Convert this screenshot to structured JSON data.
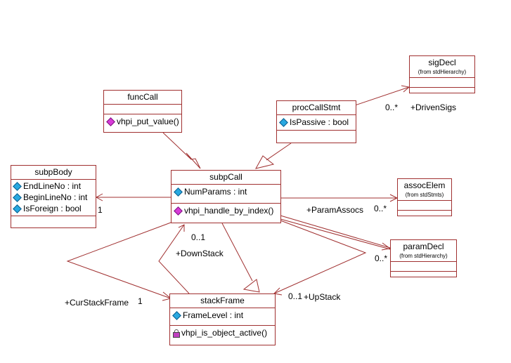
{
  "classes": {
    "sigDecl": {
      "name": "sigDecl",
      "from": "(from stdHierarchy)"
    },
    "funcCall": {
      "name": "funcCall",
      "operations": [
        "vhpi_put_value()"
      ]
    },
    "procCallStmt": {
      "name": "procCallStmt",
      "attributes": [
        "IsPassive : bool"
      ]
    },
    "subpBody": {
      "name": "subpBody",
      "attributes": [
        "EndLineNo : int",
        "BeginLineNo : int",
        "IsForeign : bool"
      ]
    },
    "subpCall": {
      "name": "subpCall",
      "attributes": [
        "NumParams : int"
      ],
      "operations": [
        "vhpi_handle_by_index()"
      ]
    },
    "assocElem": {
      "name": "assocElem",
      "from": "(from stdStmts)"
    },
    "paramDecl": {
      "name": "paramDecl",
      "from": "(from stdHierarchy)"
    },
    "stackFrame": {
      "name": "stackFrame",
      "attributes": [
        "FrameLevel : int"
      ],
      "operations": [
        "vhpi_is_object_active()"
      ]
    }
  },
  "labels": {
    "sig_mult": "0..*",
    "driven_sigs": "+DrivenSigs",
    "subp_body_mult": "1",
    "param_assocs": "+ParamAssocs",
    "assoc_mult": "0..*",
    "param_mult": "0..*",
    "down_mult": "0..1",
    "down_stack": "+DownStack",
    "cur_stack_frame": "+CurStackFrame",
    "cur_mult": "1",
    "up_mult": "0..1",
    "up_stack": "+UpStack"
  },
  "colors": {
    "line": "#a03030",
    "attribute_icon": "#29a8e0",
    "operation_icon": "#d83ad8"
  }
}
